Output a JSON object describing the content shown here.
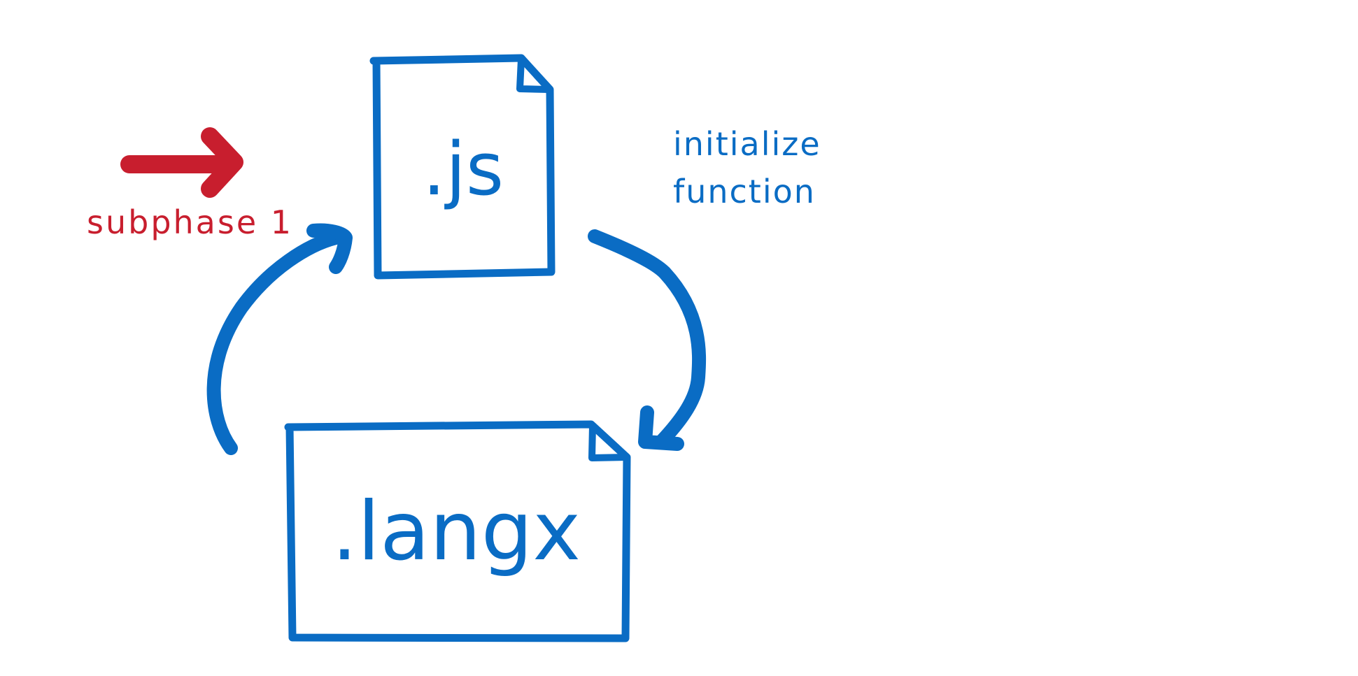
{
  "colors": {
    "primary": "#0a6cc4",
    "accent": "#c81e2e",
    "background": "#ffffff"
  },
  "nodes": {
    "js_file": {
      "label": ".js"
    },
    "langx_file": {
      "label": ".langx"
    }
  },
  "edges": {
    "js_to_langx": {
      "label_line1": "initialize",
      "label_line2": "function"
    },
    "langx_to_js": {
      "label": ""
    }
  },
  "marker": {
    "label": "subphase 1",
    "icon": "right-arrow-icon"
  }
}
